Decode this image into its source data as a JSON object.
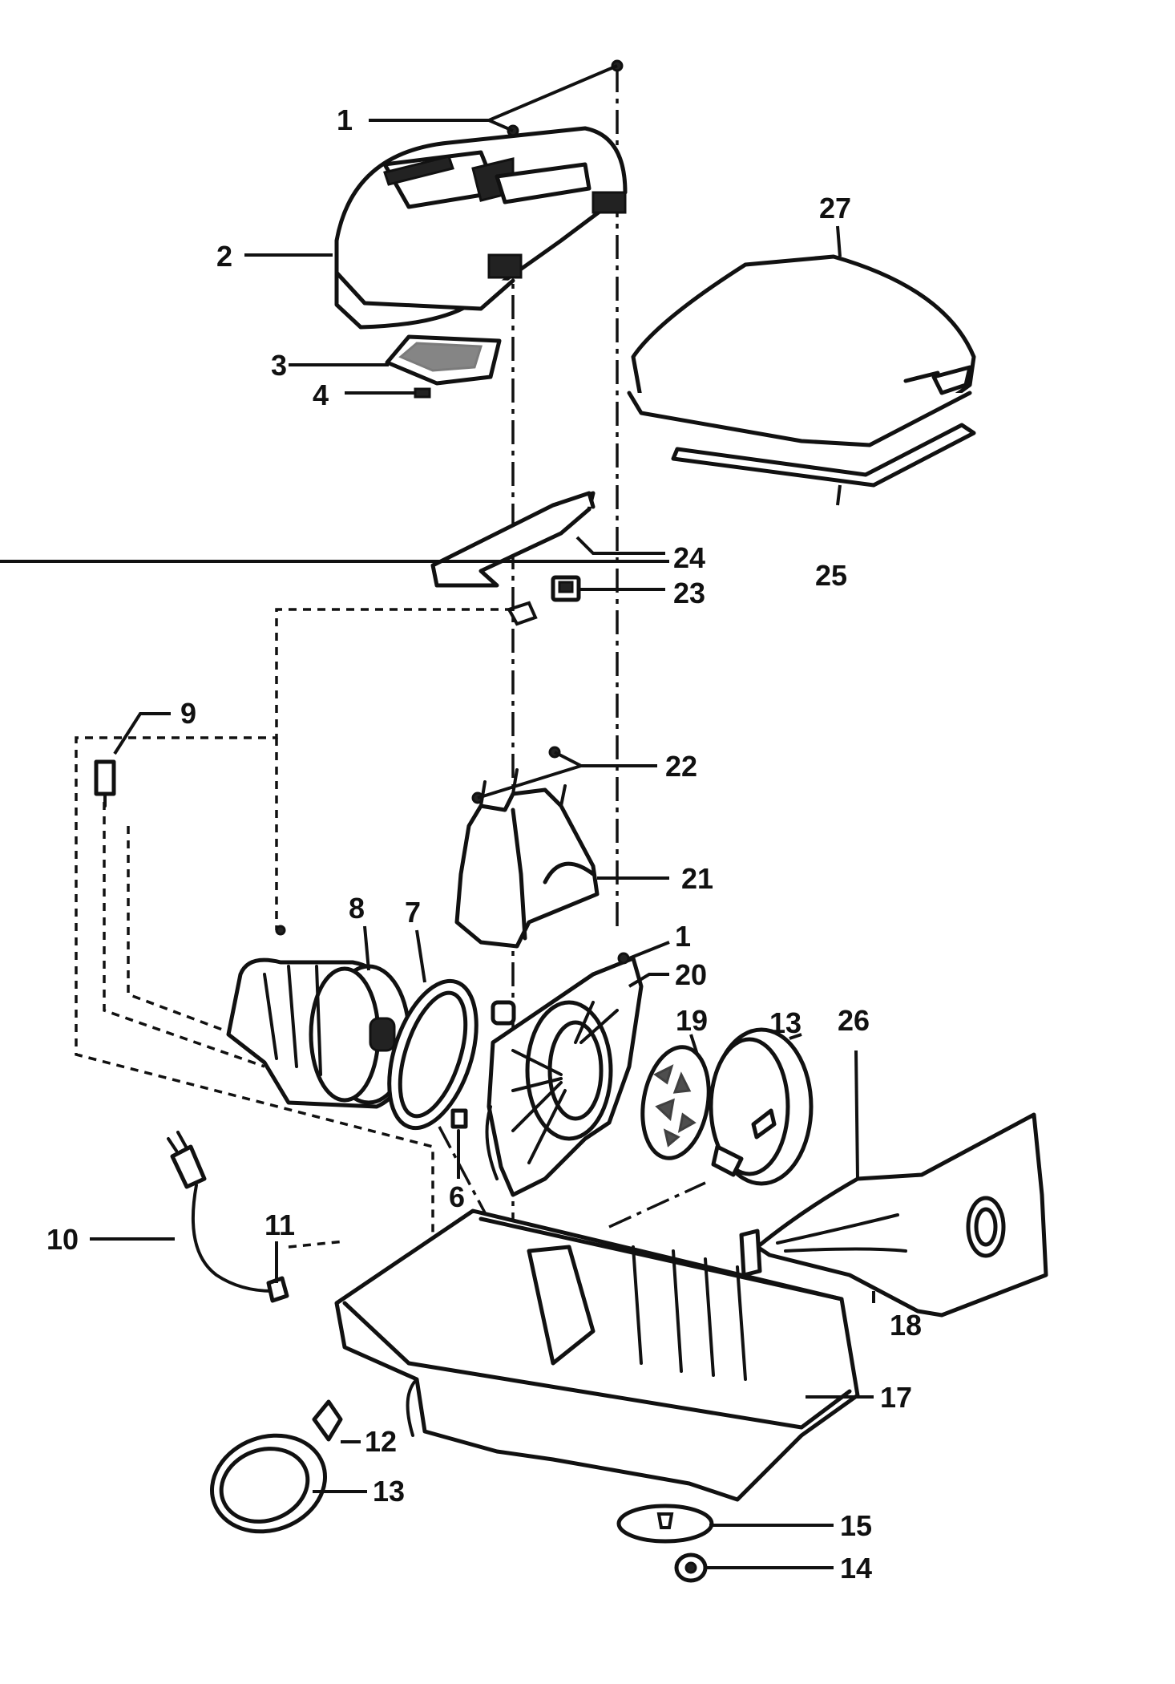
{
  "callouts": [
    {
      "id": "c1a",
      "text": "1"
    },
    {
      "id": "c2",
      "text": "2"
    },
    {
      "id": "c3",
      "text": "3"
    },
    {
      "id": "c4",
      "text": "4"
    },
    {
      "id": "c27",
      "text": "27"
    },
    {
      "id": "c24",
      "text": "24"
    },
    {
      "id": "c25",
      "text": "25"
    },
    {
      "id": "c23",
      "text": "23"
    },
    {
      "id": "c9",
      "text": "9"
    },
    {
      "id": "c22",
      "text": "22"
    },
    {
      "id": "c21",
      "text": "21"
    },
    {
      "id": "c8",
      "text": "8"
    },
    {
      "id": "c7",
      "text": "7"
    },
    {
      "id": "c1b",
      "text": "1"
    },
    {
      "id": "c20",
      "text": "20"
    },
    {
      "id": "c19",
      "text": "19"
    },
    {
      "id": "c13a",
      "text": "13"
    },
    {
      "id": "c26",
      "text": "26"
    },
    {
      "id": "c6",
      "text": "6"
    },
    {
      "id": "c10",
      "text": "10"
    },
    {
      "id": "c11",
      "text": "11"
    },
    {
      "id": "c18",
      "text": "18"
    },
    {
      "id": "c17",
      "text": "17"
    },
    {
      "id": "c12",
      "text": "12"
    },
    {
      "id": "c13b",
      "text": "13"
    },
    {
      "id": "c15",
      "text": "15"
    },
    {
      "id": "c14",
      "text": "14"
    }
  ]
}
